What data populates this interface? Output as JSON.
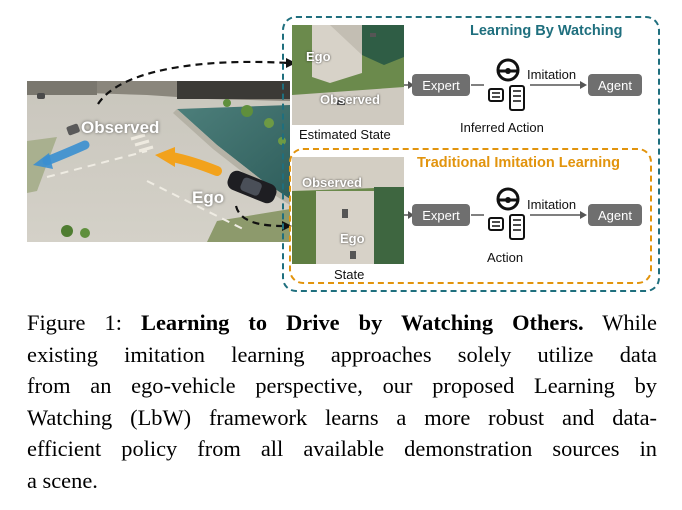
{
  "scene": {
    "observed_label": "Observed",
    "ego_label": "Ego"
  },
  "lbw_panel": {
    "title": "Learning By Watching",
    "image_ego_tag": "Ego",
    "image_observed_tag": "Observed",
    "image_caption": "Estimated State",
    "expert_label": "Expert",
    "imitation_label": "Imitation",
    "agent_label": "Agent",
    "action_caption": "Inferred Action"
  },
  "til_panel": {
    "title": "Traditional Imitation Learning",
    "image_observed_tag": "Observed",
    "image_ego_tag": "Ego",
    "image_caption": "State",
    "expert_label": "Expert",
    "imitation_label": "Imitation",
    "agent_label": "Agent",
    "action_caption": "Action"
  },
  "colors": {
    "lbw_title": "#1f6f7e",
    "til_title": "#e2940d",
    "pill": "#6f6f6f",
    "observed_arrow": "#3a8fd0",
    "ego_arrow": "#f2a21c"
  },
  "figure_caption": {
    "prefix": "Figure 1: ",
    "bold_title": "Learning to Drive by Watching Others.",
    "line1_rest": " While",
    "line2": "existing imitation learning approaches solely utilize data",
    "line3": "from an ego-vehicle perspective, our proposed Learning by",
    "line4": "Watching (LbW) framework learns a more robust and data-",
    "line5": "efficient policy from all available demonstration sources in",
    "line6": "a scene."
  }
}
